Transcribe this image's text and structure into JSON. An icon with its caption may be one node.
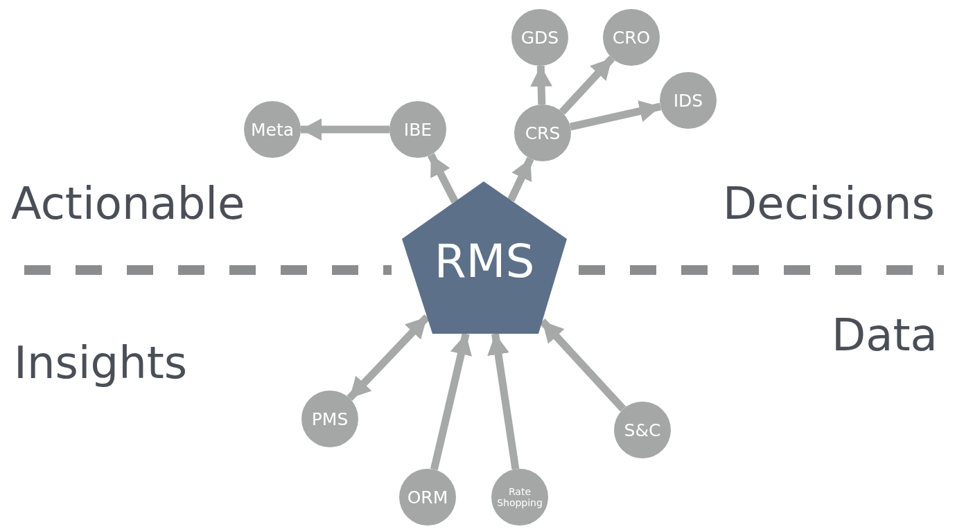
{
  "diagram": {
    "nodes": [
      {
        "text": [
          "RMS"
        ]
      },
      {
        "text": [
          "GDS"
        ]
      },
      {
        "text": [
          "CRO"
        ]
      },
      {
        "text": [
          "IDS"
        ]
      },
      {
        "text": [
          "Meta"
        ]
      },
      {
        "text": [
          "IBE"
        ]
      },
      {
        "text": [
          "CRS"
        ]
      },
      {
        "text": [
          "PMS"
        ]
      },
      {
        "text": [
          "S&C"
        ]
      },
      {
        "text": [
          "ORM"
        ]
      },
      {
        "text": [
          "Rate Shopping"
        ]
      }
    ],
    "edges": [
      {
        "from": 0,
        "to": 5,
        "arrow": "to"
      },
      {
        "from": 0,
        "to": 6,
        "arrow": "to"
      },
      {
        "from": 5,
        "to": 4,
        "arrow": "to"
      },
      {
        "from": 6,
        "to": 1,
        "arrow": "to"
      },
      {
        "from": 6,
        "to": 2,
        "arrow": "to"
      },
      {
        "from": 6,
        "to": 3,
        "arrow": "to"
      },
      {
        "from": 7,
        "to": 0,
        "arrow": "both"
      },
      {
        "from": 9,
        "to": 0,
        "arrow": "to"
      },
      {
        "from": 10,
        "to": 0,
        "arrow": "to"
      },
      {
        "from": 8,
        "to": 0,
        "arrow": "to"
      }
    ],
    "labels": [
      "Actionable",
      "Decisions",
      "Insights",
      "Data"
    ]
  }
}
